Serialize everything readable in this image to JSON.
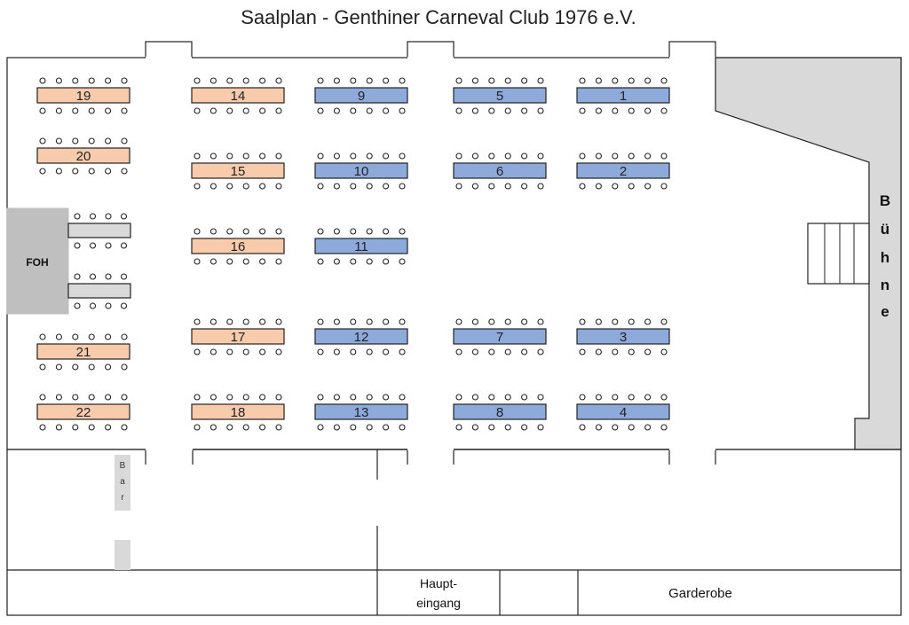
{
  "title": "Saalplan - Genthiner Carneval Club 1976 e.V.",
  "labels": {
    "foh": "FOH",
    "stage_letters": [
      "B",
      "ü",
      "h",
      "n",
      "e"
    ],
    "bar_letters": [
      "B",
      "a",
      "r"
    ],
    "entrance_line1": "Haupt-",
    "entrance_line2": "eingang",
    "cloakroom": "Garderobe"
  },
  "colors": {
    "orange": "#F8CBAD",
    "blue": "#8EAADB",
    "gray_table": "#D9D9D9",
    "foh": "#BFBFBF",
    "stage": "#D9D9D9",
    "outline": "#222222"
  },
  "tables": [
    {
      "label": "19",
      "color": "orange"
    },
    {
      "label": "14",
      "color": "orange"
    },
    {
      "label": "9",
      "color": "blue"
    },
    {
      "label": "5",
      "color": "blue"
    },
    {
      "label": "1",
      "color": "blue"
    },
    {
      "label": "20",
      "color": "orange"
    },
    {
      "label": "15",
      "color": "orange"
    },
    {
      "label": "10",
      "color": "blue"
    },
    {
      "label": "6",
      "color": "blue"
    },
    {
      "label": "2",
      "color": "blue"
    },
    {
      "label": "16",
      "color": "orange"
    },
    {
      "label": "11",
      "color": "blue"
    },
    {
      "label": "17",
      "color": "orange"
    },
    {
      "label": "12",
      "color": "blue"
    },
    {
      "label": "7",
      "color": "blue"
    },
    {
      "label": "3",
      "color": "blue"
    },
    {
      "label": "21",
      "color": "orange"
    },
    {
      "label": "22",
      "color": "orange"
    },
    {
      "label": "18",
      "color": "orange"
    },
    {
      "label": "13",
      "color": "blue"
    },
    {
      "label": "8",
      "color": "blue"
    },
    {
      "label": "4",
      "color": "blue"
    }
  ],
  "foh_tables": [
    {
      "label": ""
    },
    {
      "label": ""
    }
  ]
}
